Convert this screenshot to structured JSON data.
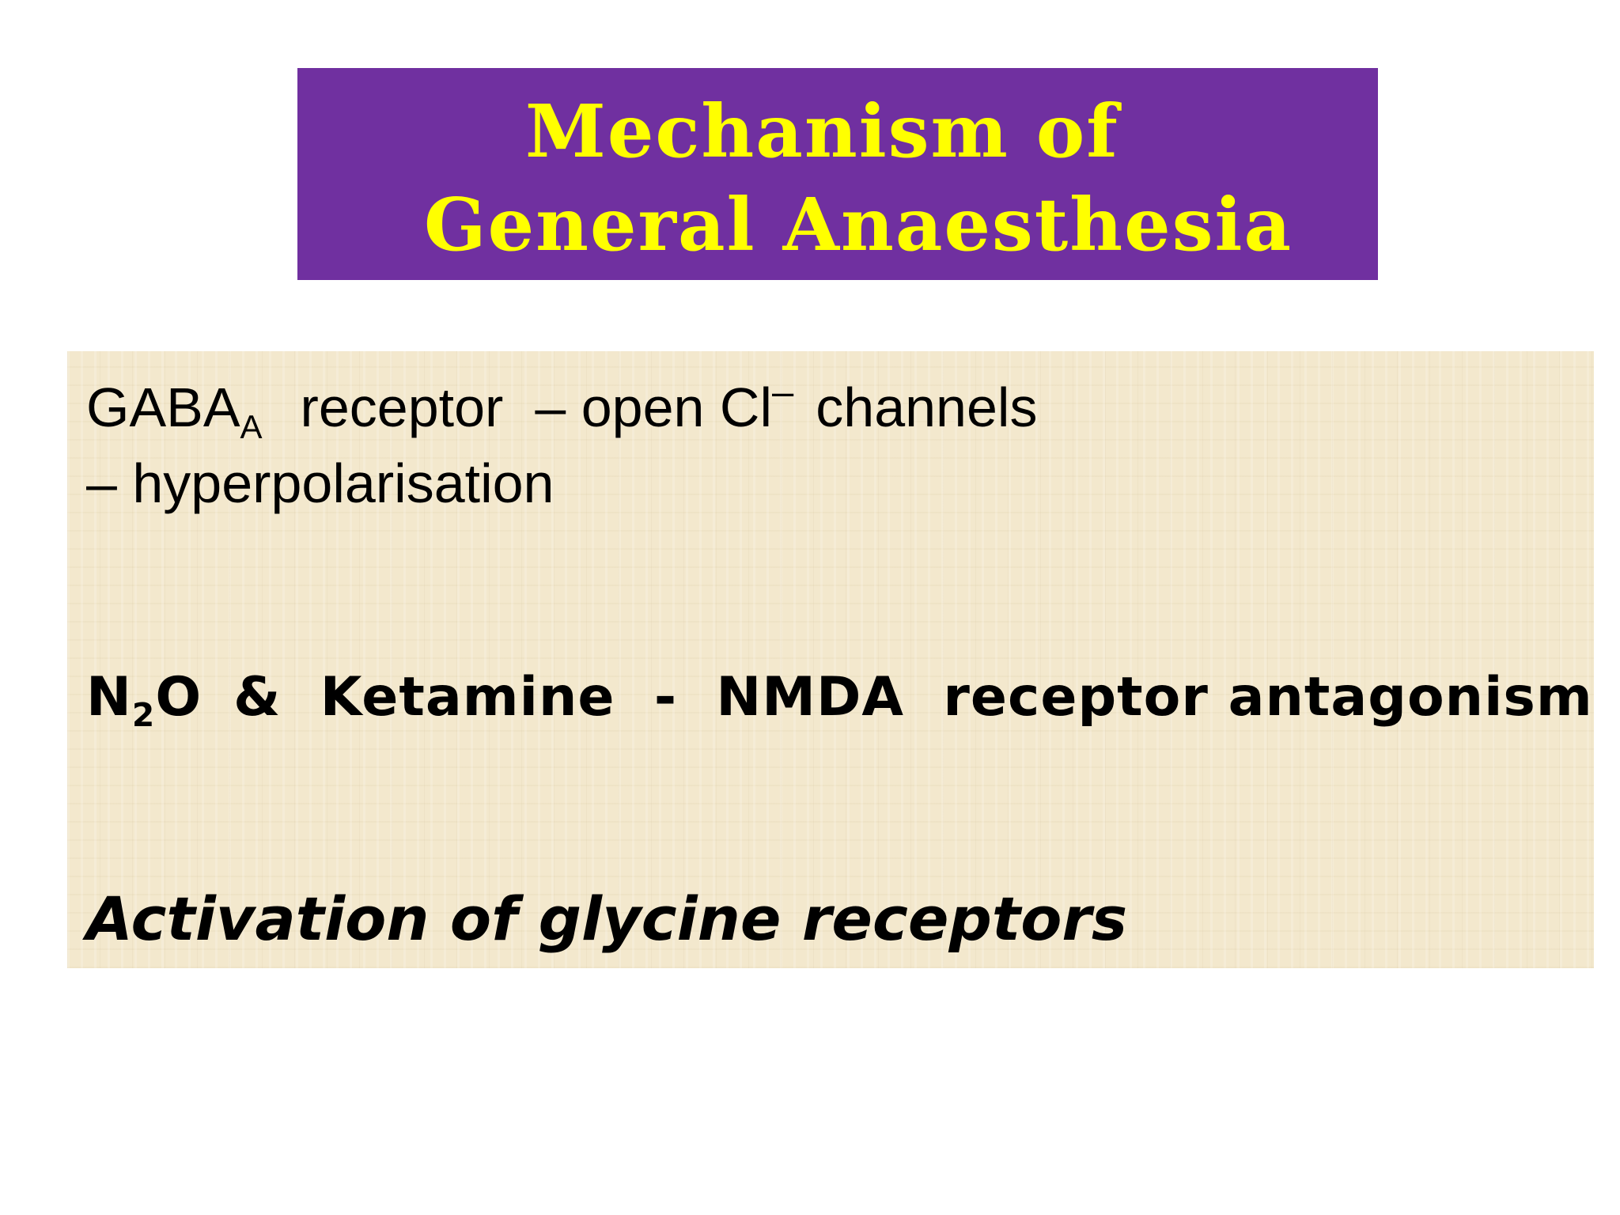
{
  "slide": {
    "title": {
      "line1": "Mechanism of",
      "line2": "General Anaesthesia"
    },
    "points": [
      {
        "gaba": "GABA",
        "gaba_sub": "A",
        "receptor_text": "receptor",
        "dash_open": "– open Cl",
        "cl_sup": "–",
        "channels": "channels"
      },
      {
        "text": "– hyperpolarisation"
      },
      {
        "n": "N",
        "n_sub": "2",
        "o": "O",
        "rest": "&  Ketamine  -  NMDA  receptor antagonism"
      },
      {
        "text": "Activation of glycine receptors"
      }
    ],
    "colors": {
      "title_background": "#7030a0",
      "title_text": "#ffff00",
      "content_background": "#f3e8cd",
      "body_text": "#000000"
    }
  }
}
